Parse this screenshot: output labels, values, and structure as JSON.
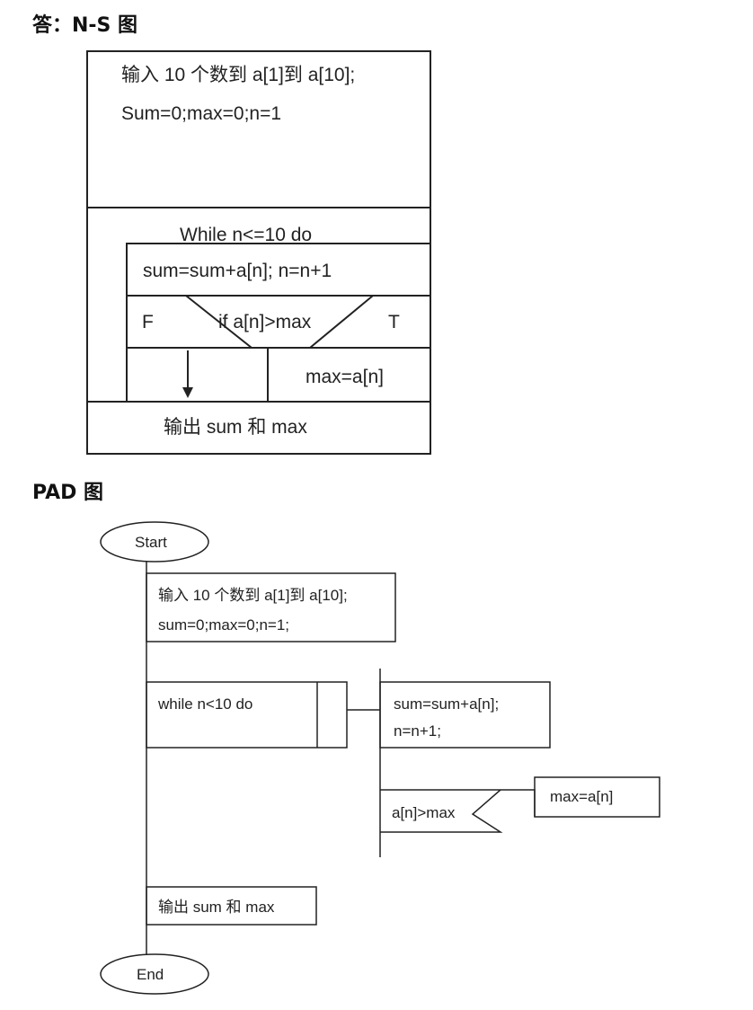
{
  "ns": {
    "heading": "答：N-S 图",
    "input_line": "输入 10 个数到 a[1]到 a[10];",
    "init_line": "Sum=0;max=0;n=1",
    "loop_label": "While n<=10 do",
    "body_stmt": "sum=sum+a[n]; n=n+1",
    "cond_false": "F",
    "cond_text": "if a[n]>max",
    "cond_true": "T",
    "true_stmt": "max=a[n]",
    "output_line": "输出 sum  和 max"
  },
  "pad": {
    "heading": "PAD 图",
    "start_label": "Start",
    "input_line1": "输入 10 个数到 a[1]到 a[10];",
    "input_line2": "sum=0;max=0;n=1;",
    "loop_label": "while n<10 do",
    "body_line1": "sum=sum+a[n];",
    "body_line2": "n=n+1;",
    "cond_label": "a[n]>max",
    "true_stmt": "max=a[n]",
    "output_line": "输出 sum 和 max",
    "end_label": "End"
  }
}
